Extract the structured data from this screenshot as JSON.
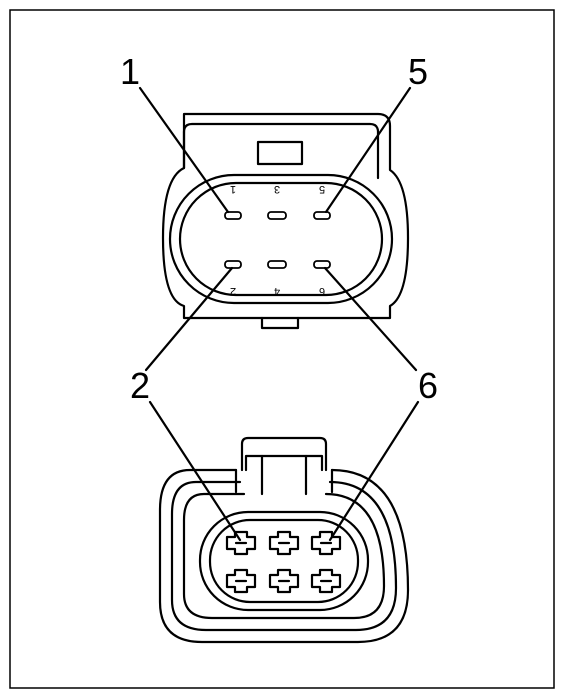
{
  "callouts": [
    "1",
    "5",
    "2",
    "6"
  ],
  "upper_pin_numbers": [
    "1",
    "3",
    "5",
    "2",
    "4",
    "6"
  ]
}
